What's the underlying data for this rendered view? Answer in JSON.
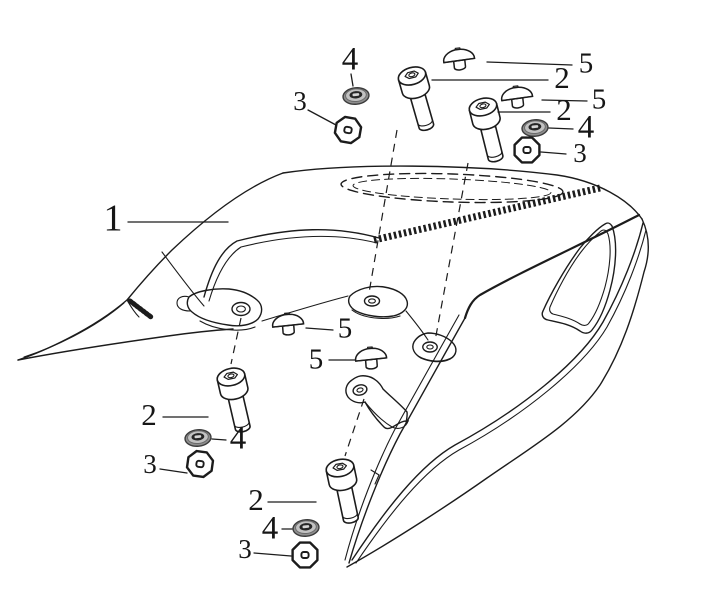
{
  "figure": {
    "background": "#ffffff",
    "line_color": "#1c1c1c",
    "flange_nut_fill": "#8e8e8e",
    "flange_nut_top_fill": "#c2c2c2",
    "flange_nut_hole_fill": "#262626"
  },
  "callouts": {
    "body": "1",
    "socket_bolt": "2",
    "hex_nut": "3",
    "flange_nut": "4",
    "dome_cap": "5"
  }
}
